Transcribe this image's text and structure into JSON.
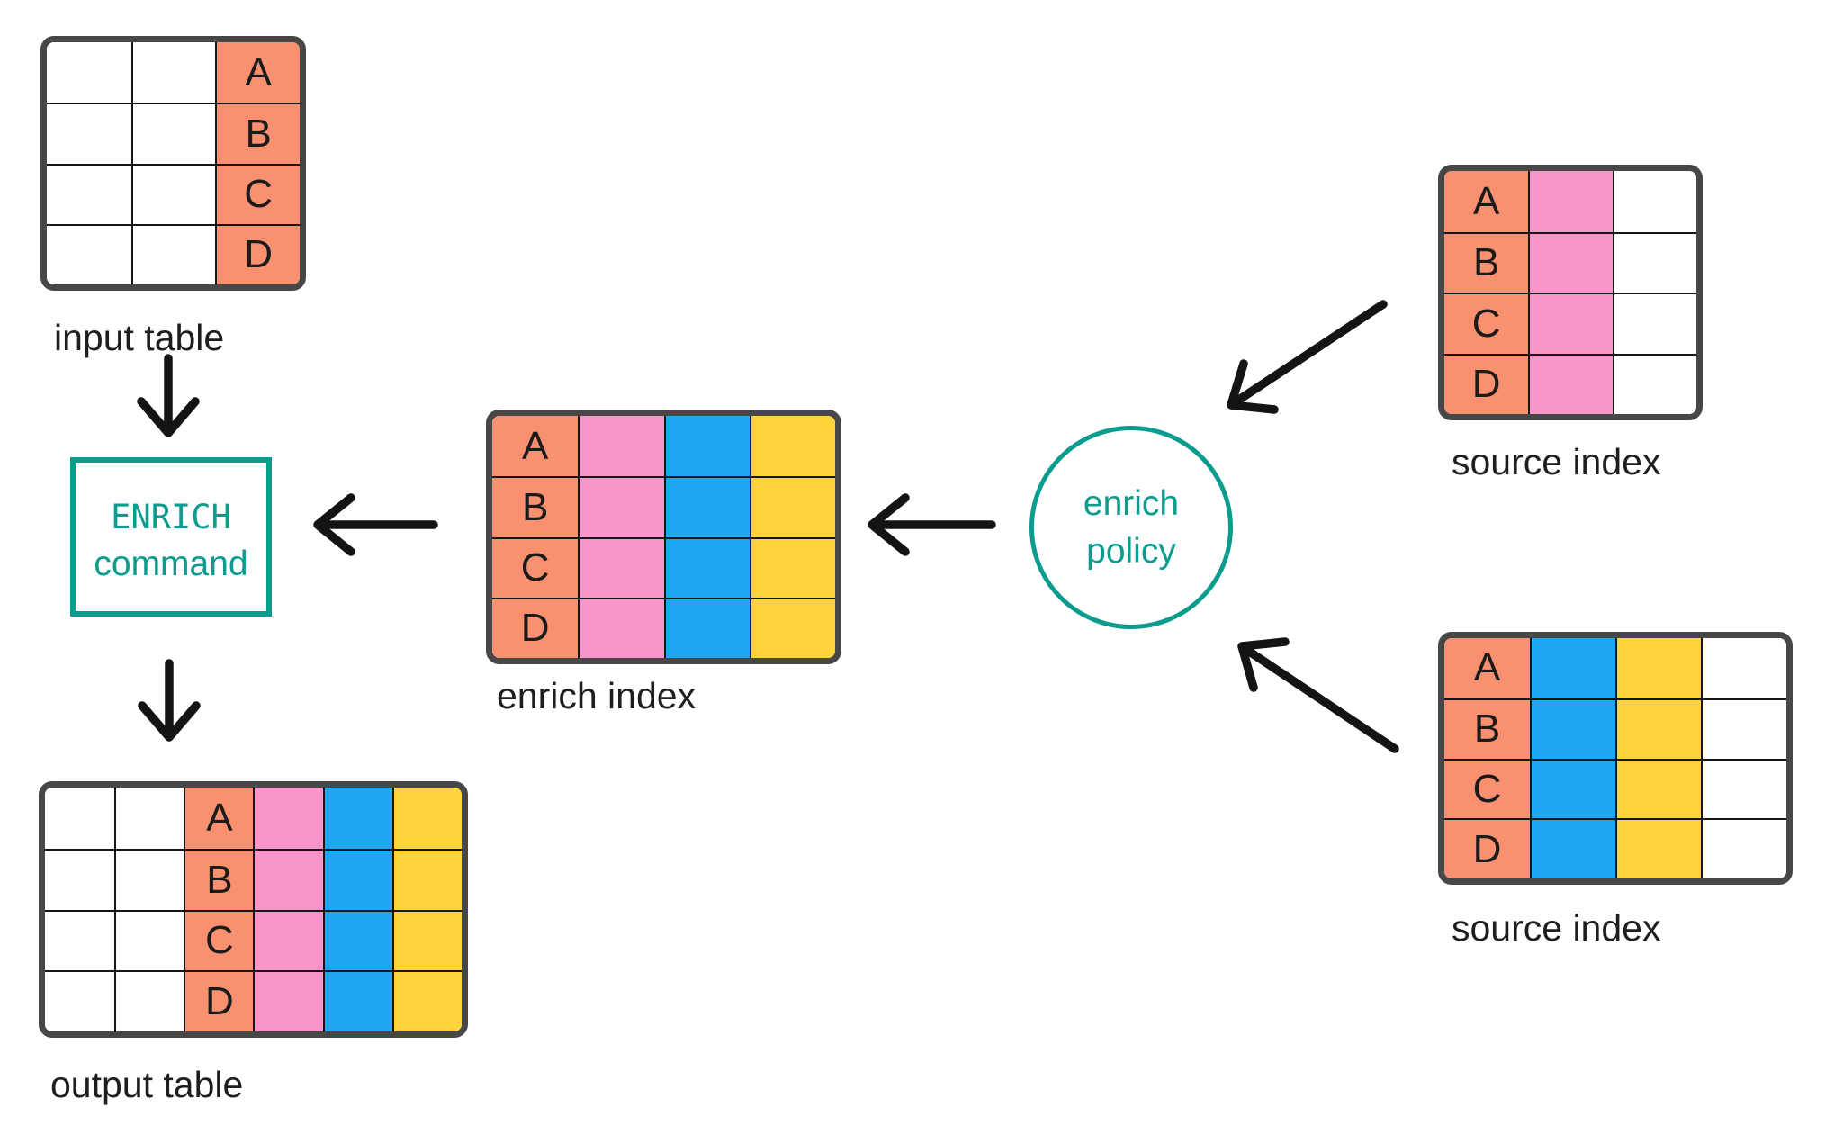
{
  "colors": {
    "salmon": "#F9906F",
    "pink": "#F995CB",
    "blue": "#1EA7F3",
    "yellow": "#FFD43B",
    "teal": "#0B9C8E",
    "table_border": "#474747",
    "grid_line": "#161616",
    "arrow": "#141414",
    "label_text": "#1e1e1e"
  },
  "row_keys": [
    "A",
    "B",
    "C",
    "D"
  ],
  "labels": {
    "input_table": "input table",
    "output_table": "output table",
    "enrich_index": "enrich index",
    "source_index_top": "source index",
    "source_index_bottom": "source index"
  },
  "nodes": {
    "enrich_command": {
      "line1": "ENRICH",
      "line2": "command"
    },
    "enrich_policy": {
      "line1": "enrich",
      "line2": "policy"
    }
  },
  "tables": {
    "input": {
      "rows": 4,
      "columns": [
        {
          "fill": "white"
        },
        {
          "fill": "white"
        },
        {
          "fill": "salmon",
          "letters": true
        }
      ]
    },
    "enrich": {
      "rows": 4,
      "columns": [
        {
          "fill": "salmon",
          "letters": true
        },
        {
          "fill": "pink"
        },
        {
          "fill": "blue"
        },
        {
          "fill": "yellow"
        }
      ]
    },
    "output": {
      "rows": 4,
      "columns": [
        {
          "fill": "white"
        },
        {
          "fill": "white"
        },
        {
          "fill": "salmon",
          "letters": true
        },
        {
          "fill": "pink"
        },
        {
          "fill": "blue"
        },
        {
          "fill": "yellow"
        }
      ]
    },
    "source_top": {
      "rows": 4,
      "columns": [
        {
          "fill": "salmon",
          "letters": true
        },
        {
          "fill": "pink"
        },
        {
          "fill": "white"
        }
      ]
    },
    "source_bottom": {
      "rows": 4,
      "columns": [
        {
          "fill": "salmon",
          "letters": true
        },
        {
          "fill": "blue"
        },
        {
          "fill": "yellow"
        },
        {
          "fill": "white"
        }
      ]
    }
  }
}
